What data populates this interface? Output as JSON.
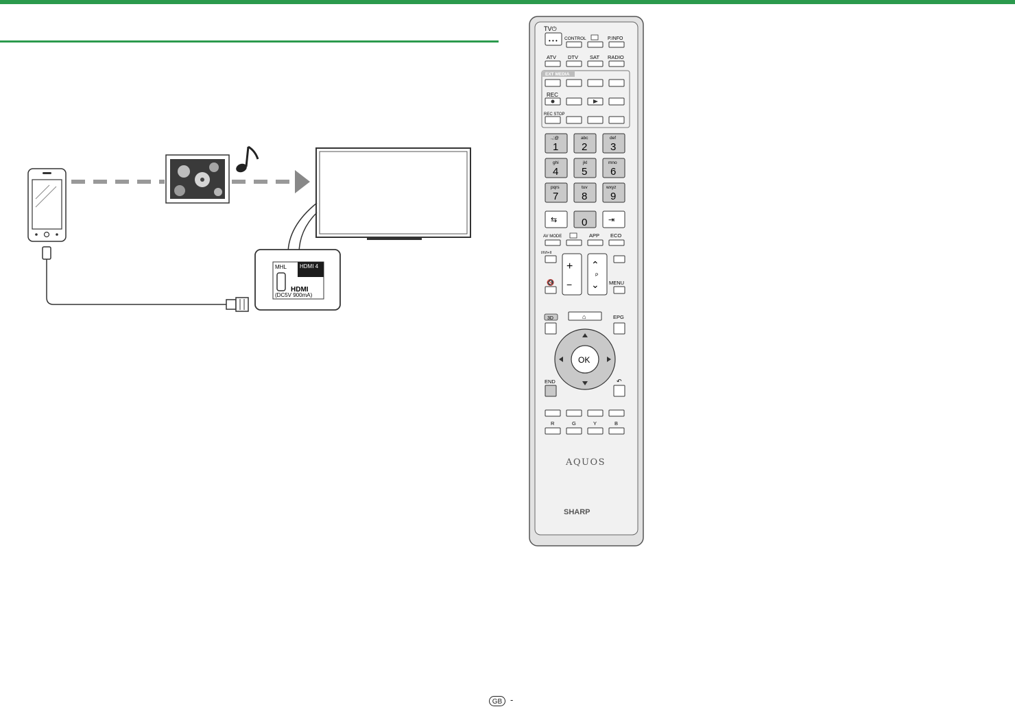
{
  "colors": {
    "accent": "#2b9a4d",
    "panel": "#f2f2f2",
    "remote_body": "#ececec",
    "button_fill": "#c9c9c9"
  },
  "diagram": {
    "port_panel": {
      "mhl": "MHL",
      "hdmi4": "HDMI 4",
      "hdmi_logo": "HDMI",
      "power": "(DC5V 900mA)"
    }
  },
  "remote": {
    "row1": {
      "tv_power": "TV⏻",
      "control": "CONTROL",
      "pinfo": "P.INFO"
    },
    "row2": [
      "ATV",
      "DTV",
      "SAT",
      "RADIO"
    ],
    "ext_media": "EXT MEDIA",
    "rec": "REC",
    "rec_stop": "REC STOP",
    "keypad": [
      {
        "sub": ".,;@",
        "num": "1"
      },
      {
        "sub": "abc",
        "num": "2"
      },
      {
        "sub": "def",
        "num": "3"
      },
      {
        "sub": "ghi",
        "num": "4"
      },
      {
        "sub": "jkl",
        "num": "5"
      },
      {
        "sub": "mno",
        "num": "6"
      },
      {
        "sub": "pqrs",
        "num": "7"
      },
      {
        "sub": "tuv",
        "num": "8"
      },
      {
        "sub": "wxyz",
        "num": "9"
      }
    ],
    "zero": "0",
    "av_mode": "AV MODE",
    "app": "APP",
    "eco": "ECO",
    "sound_mode": "I/II/I+II",
    "p_label": "P",
    "menu": "MENU",
    "three_d": "3D",
    "epg": "EPG",
    "ok": "OK",
    "end": "END",
    "colors_row": [
      "R",
      "G",
      "Y",
      "B"
    ],
    "brand_top": "AQUOS",
    "brand_bottom": "SHARP"
  },
  "footer": {
    "region": "GB",
    "dash": "-"
  }
}
